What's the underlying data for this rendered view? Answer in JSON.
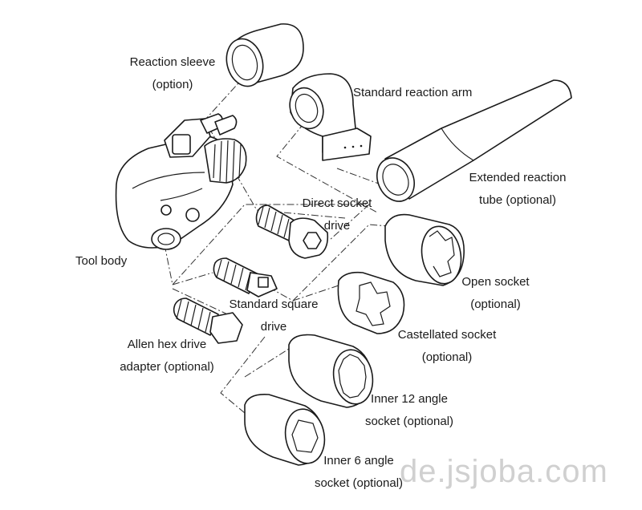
{
  "labels": {
    "reaction_sleeve": [
      "Reaction sleeve",
      "(option)"
    ],
    "standard_reaction_arm": [
      "Standard reaction arm"
    ],
    "extended_reaction_tube": [
      "Extended reaction",
      "tube (optional)"
    ],
    "direct_socket_drive": [
      "Direct socket",
      "drive"
    ],
    "tool_body": [
      "Tool body"
    ],
    "open_socket": [
      "Open socket",
      "(optional)"
    ],
    "standard_square_drive": [
      "Standard square",
      "drive"
    ],
    "castellated_socket": [
      "Castellated socket",
      "(optional)"
    ],
    "allen_hex_drive_adapter": [
      "Allen hex drive",
      "adapter (optional)"
    ],
    "inner_12_angle_socket": [
      "Inner 12 angle",
      "socket (optional)"
    ],
    "inner_6_angle_socket": [
      "Inner 6 angle",
      "socket (optional)"
    ]
  },
  "watermark": "de.jsjoba.com",
  "colors": {
    "ink": "#1a1a1a",
    "background": "#ffffff",
    "watermark": "#aaaaaa"
  }
}
